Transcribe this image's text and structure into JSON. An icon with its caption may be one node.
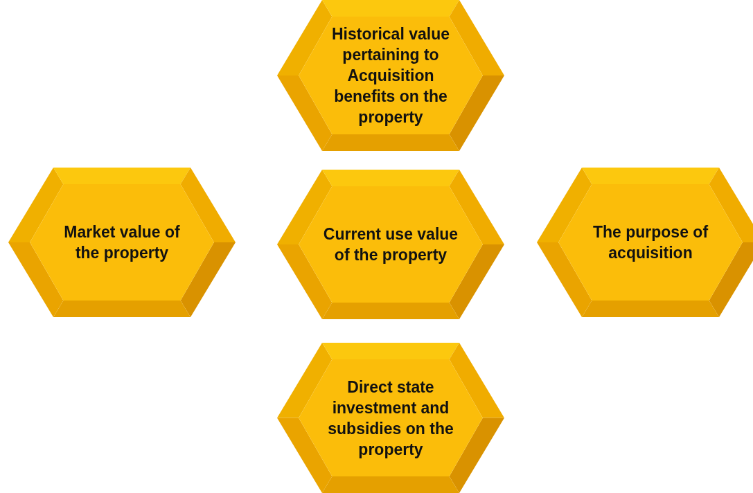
{
  "diagram": {
    "nodes": [
      {
        "text": [
          "Historical value pertaining to Acquisition benefits on the property"
        ]
      },
      {
        "text": [
          "Market value of the property"
        ]
      },
      {
        "text": [
          "Current use value of the property"
        ]
      },
      {
        "text": [
          "The purpose of acquisition"
        ]
      },
      {
        "text": [
          "Direct state investment and subsidies on the property"
        ]
      }
    ],
    "edges": []
  }
}
